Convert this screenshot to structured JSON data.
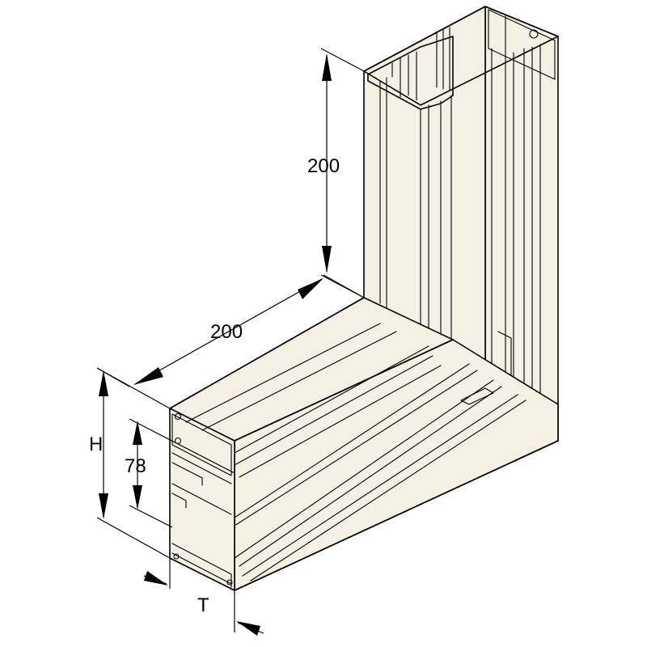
{
  "diagram": {
    "part": "cable-trunking-flat-angle",
    "colors": {
      "body": "#f5f0e4",
      "line": "#000000",
      "background": "#ffffff"
    },
    "dimensions": {
      "vertical_leg": "200",
      "horizontal_leg": "200",
      "height": "H",
      "inner_height": "78",
      "depth": "T"
    }
  }
}
